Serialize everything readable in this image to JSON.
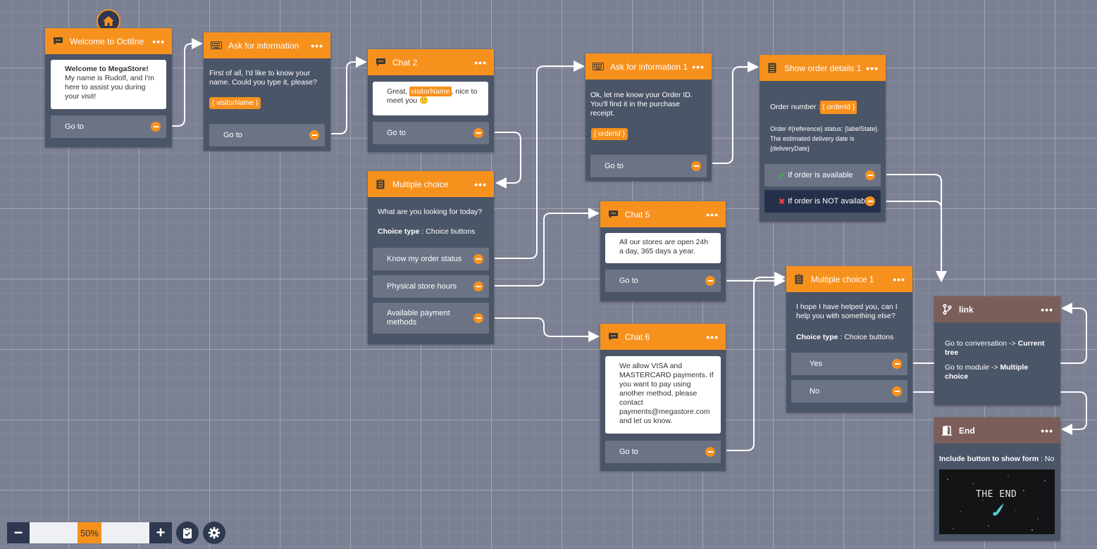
{
  "zoom": {
    "value": "50%",
    "minus_label": "−",
    "plus_label": "+"
  },
  "colors": {
    "accent": "#f7911d",
    "node_body": "#4b5568",
    "canvas": "#7b8092",
    "module_link": "#7b5e5a"
  },
  "nodes": {
    "welcome": {
      "title": "Welcome to Oct8ne",
      "bubble_title": "Welcome to MegaStore!",
      "bubble_text": "My name is Rudolf, and I'm here to assist you during your visit!",
      "goto": "Go to"
    },
    "ask": {
      "title": "Ask for information",
      "text": "First of all, I'd like to know your name. Could you type it, please?",
      "tag": "{ visitorName }",
      "goto": "Go to"
    },
    "chat2": {
      "title": "Chat 2",
      "bubble_pre": "Great, ",
      "bubble_var": "visitorName",
      "bubble_post": ", nice to meet you 🙂",
      "goto": "Go to"
    },
    "multi": {
      "title": "Multiple choice",
      "question": "What are you looking for today?",
      "choice_label": "Choice type",
      "choice_value": " : Choice buttons",
      "options": [
        "Know my order status",
        "Physical store hours",
        "Available payment methods"
      ]
    },
    "ask1": {
      "title": "Ask for information 1",
      "text": "Ok, let me know your Order ID. You'll find it in the purchase receipt.",
      "tag": "{ orderId }",
      "goto": "Go to"
    },
    "order": {
      "title": "Show order details 1",
      "number_label": "Order number : ",
      "number_tag": "{ orderId }",
      "status_text": "Order #{reference} status: {labelState}. The estimated delivery date is {deliveryDate}",
      "opt_available": "If order is available",
      "opt_not_available": "If order is NOT available"
    },
    "chat5": {
      "title": "Chat 5",
      "bubble": "All our stores are open 24h a day, 365 days a year.",
      "goto": "Go to"
    },
    "chat6": {
      "title": "Chat 6",
      "bubble": "We allow VISA and MASTERCARD payments. If you want to pay using another method, please contact payments@megastore.com and let us know.",
      "goto": "Go to"
    },
    "multi1": {
      "title": "Multiple choice 1",
      "question": "I hope I have helped you, can I help you with something else?",
      "choice_label": "Choice type",
      "choice_value": " : Choice buttons",
      "options": [
        "Yes",
        "No"
      ]
    },
    "link": {
      "title": "link",
      "conv_label": "Go to conversation -> ",
      "conv_value": "Current tree",
      "module_label": "Go to module -> ",
      "module_value": "Multiple choice"
    },
    "end": {
      "title": "End",
      "include_label": "Include button to show form",
      "include_value": " : No",
      "image_text": "THE END"
    }
  }
}
